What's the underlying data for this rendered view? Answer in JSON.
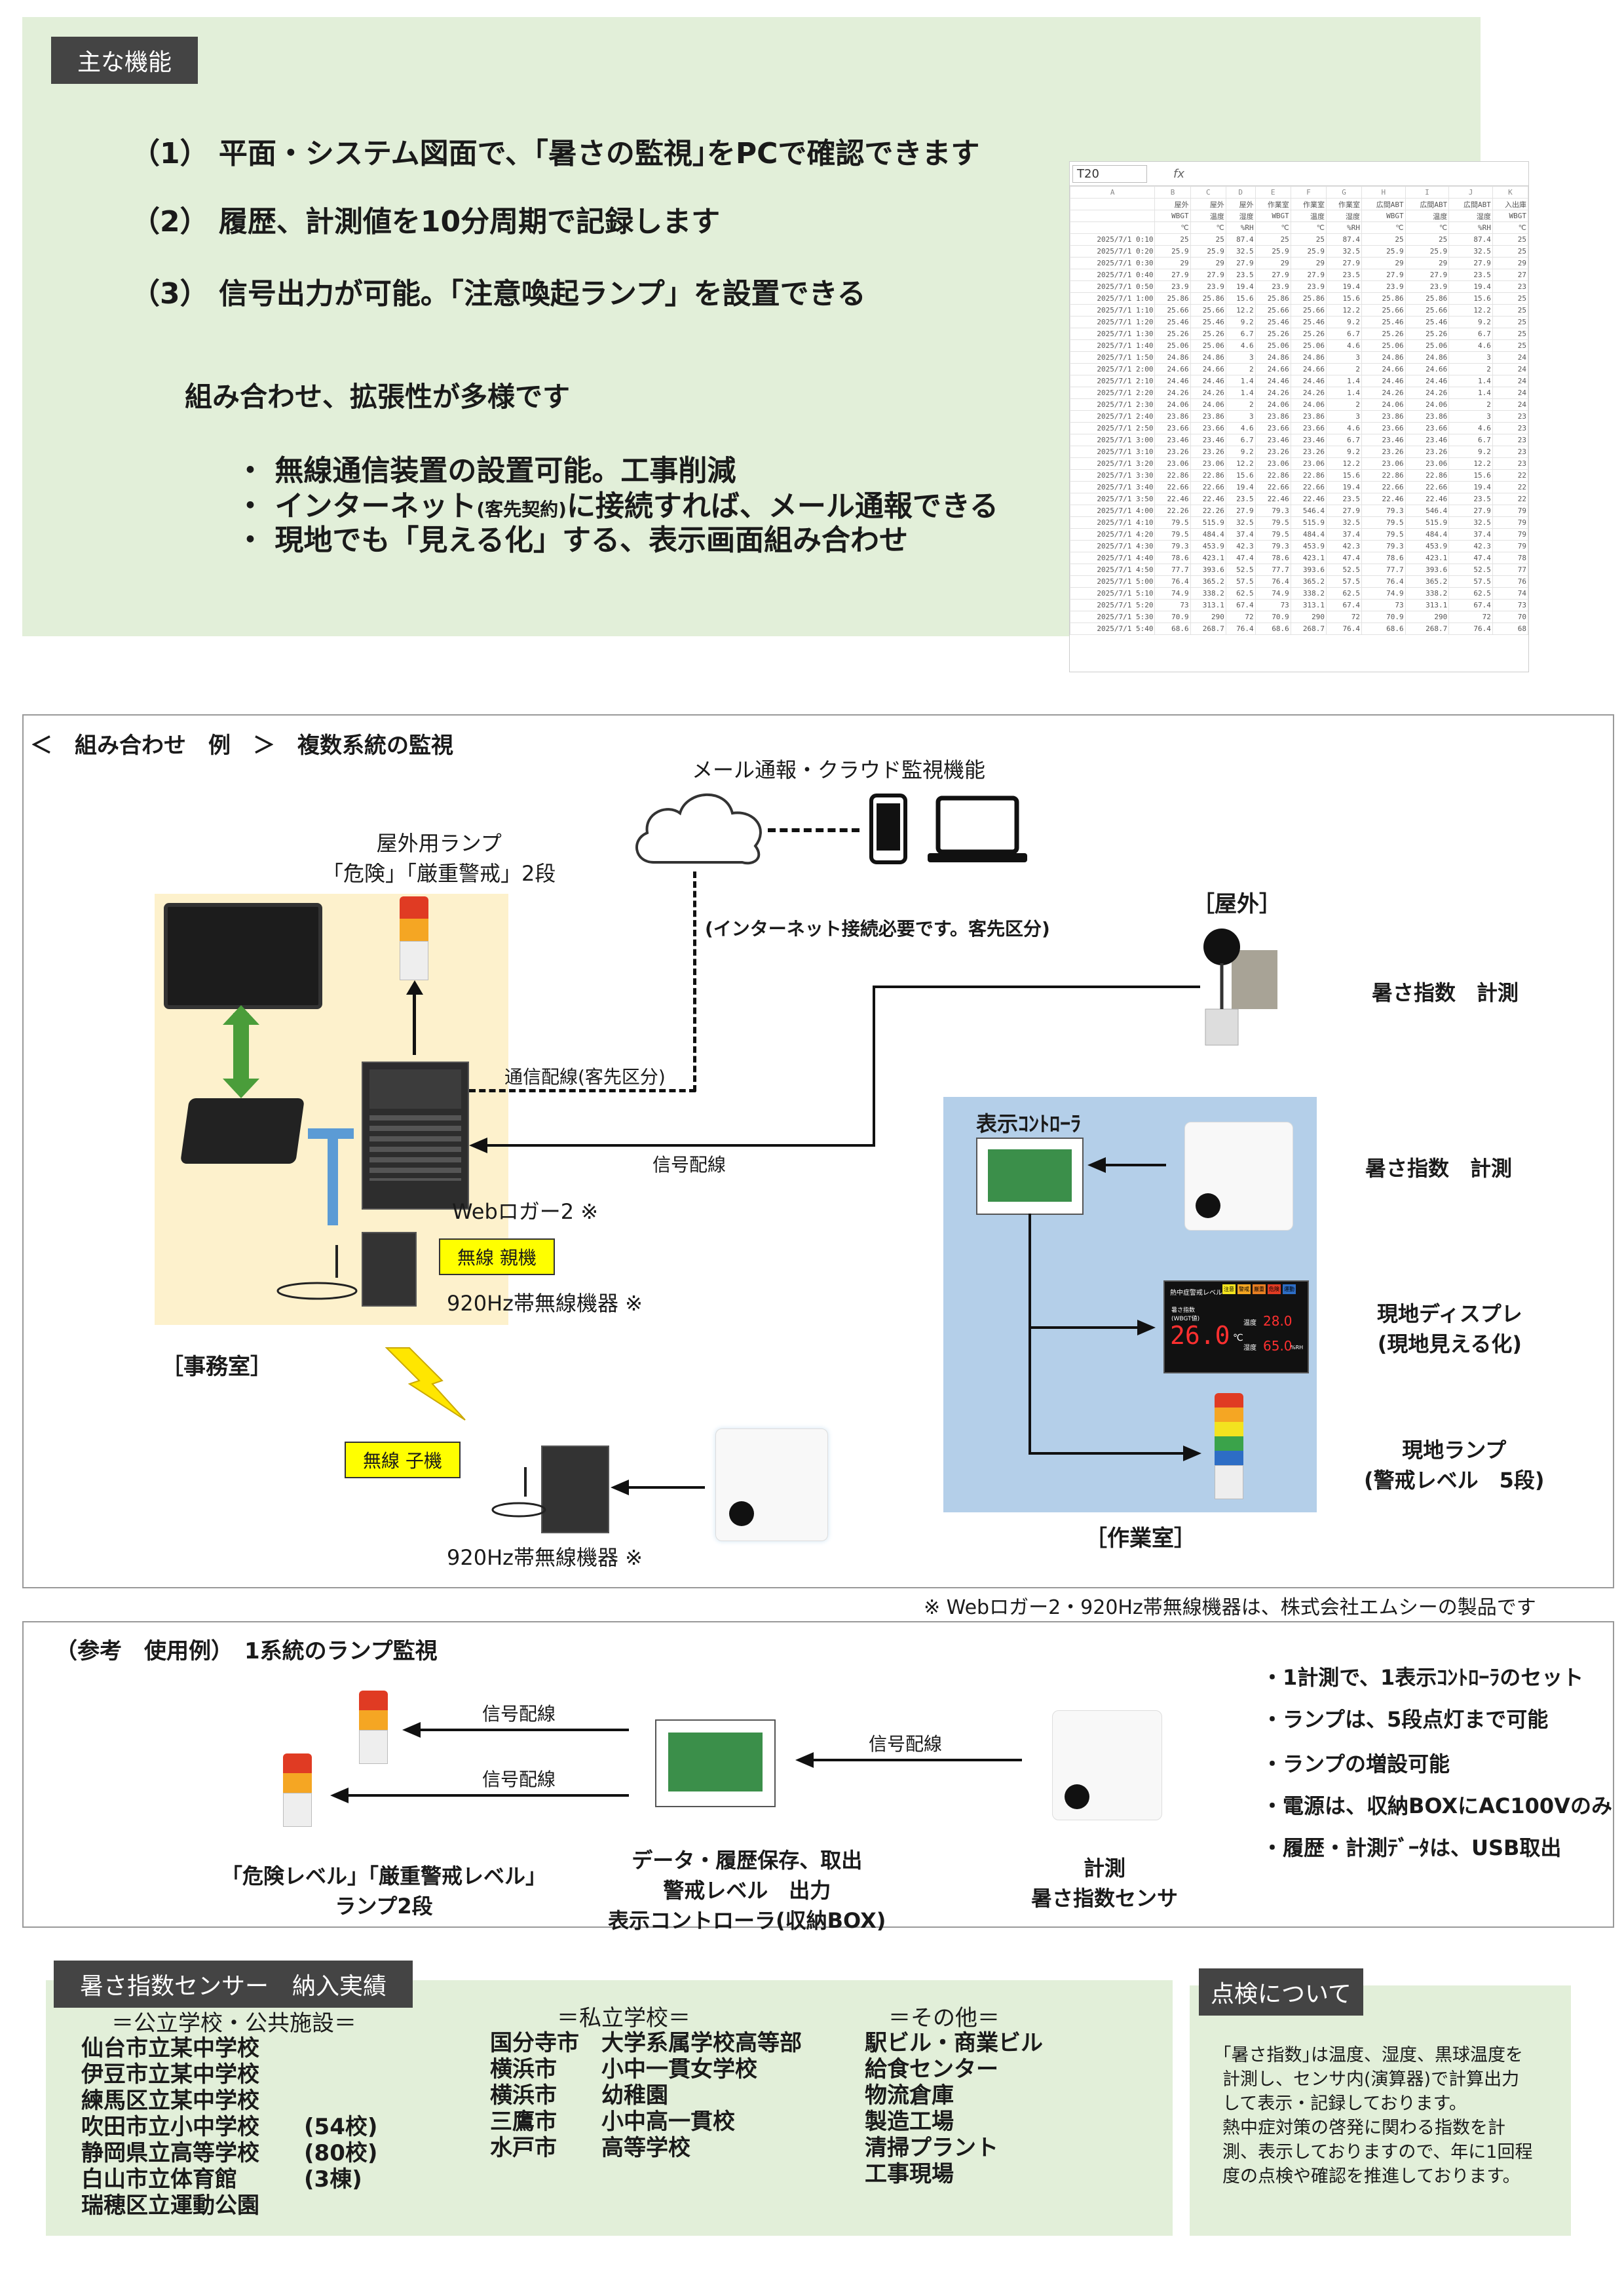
{
  "features": {
    "tag": "主な機能",
    "items": [
      "（1） 平面・システム図面で、｢暑さの監視｣をPCで確認できます",
      "（2） 履歴、計測値を10分周期で記録します",
      "（3） 信号出力が可能。「注意喚起ランプ」を設置できる"
    ],
    "sub_heading": "組み合わせ、拡張性が多様です",
    "bullets": [
      "・ 無線通信装置の設置可能。工事削減",
      "・ インターネット(客先契約)に接続すれば、メール通報できる",
      "・ 現地でも「見える化」する、表示画面組み合わせ"
    ],
    "bullet2_pre": "・ インターネット",
    "bullet2_small": "(客先契約)",
    "bullet2_post": "に接続すれば、メール通報できる"
  },
  "spreadsheet": {
    "cell_ref": "T20",
    "fx": "fx",
    "columns": [
      "A",
      "B",
      "C",
      "D",
      "E",
      "F",
      "G",
      "H",
      "I",
      "J",
      "K"
    ],
    "header1": [
      "",
      "屋外",
      "屋外",
      "屋外",
      "作業室",
      "作業室",
      "作業室",
      "広間ABT",
      "広間ABT",
      "広間ABT",
      "入出庫"
    ],
    "header2": [
      "",
      "WBGT",
      "温度",
      "湿度",
      "WBGT",
      "温度",
      "湿度",
      "WBGT",
      "温度",
      "湿度",
      "WBGT"
    ],
    "header3": [
      "",
      "℃",
      "℃",
      "%RH",
      "℃",
      "℃",
      "%RH",
      "℃",
      "℃",
      "%RH",
      "℃"
    ],
    "rows": [
      [
        "2025/7/1 0:10",
        "25",
        "25",
        "87.4",
        "25",
        "25",
        "87.4",
        "25",
        "25",
        "87.4",
        "25"
      ],
      [
        "2025/7/1 0:20",
        "25.9",
        "25.9",
        "32.5",
        "25.9",
        "25.9",
        "32.5",
        "25.9",
        "25.9",
        "32.5",
        "25"
      ],
      [
        "2025/7/1 0:30",
        "29",
        "29",
        "27.9",
        "29",
        "29",
        "27.9",
        "29",
        "29",
        "27.9",
        "29"
      ],
      [
        "2025/7/1 0:40",
        "27.9",
        "27.9",
        "23.5",
        "27.9",
        "27.9",
        "23.5",
        "27.9",
        "27.9",
        "23.5",
        "27"
      ],
      [
        "2025/7/1 0:50",
        "23.9",
        "23.9",
        "19.4",
        "23.9",
        "23.9",
        "19.4",
        "23.9",
        "23.9",
        "19.4",
        "23"
      ],
      [
        "2025/7/1 1:00",
        "25.86",
        "25.86",
        "15.6",
        "25.86",
        "25.86",
        "15.6",
        "25.86",
        "25.86",
        "15.6",
        "25"
      ],
      [
        "2025/7/1 1:10",
        "25.66",
        "25.66",
        "12.2",
        "25.66",
        "25.66",
        "12.2",
        "25.66",
        "25.66",
        "12.2",
        "25"
      ],
      [
        "2025/7/1 1:20",
        "25.46",
        "25.46",
        "9.2",
        "25.46",
        "25.46",
        "9.2",
        "25.46",
        "25.46",
        "9.2",
        "25"
      ],
      [
        "2025/7/1 1:30",
        "25.26",
        "25.26",
        "6.7",
        "25.26",
        "25.26",
        "6.7",
        "25.26",
        "25.26",
        "6.7",
        "25"
      ],
      [
        "2025/7/1 1:40",
        "25.06",
        "25.06",
        "4.6",
        "25.06",
        "25.06",
        "4.6",
        "25.06",
        "25.06",
        "4.6",
        "25"
      ],
      [
        "2025/7/1 1:50",
        "24.86",
        "24.86",
        "3",
        "24.86",
        "24.86",
        "3",
        "24.86",
        "24.86",
        "3",
        "24"
      ],
      [
        "2025/7/1 2:00",
        "24.66",
        "24.66",
        "2",
        "24.66",
        "24.66",
        "2",
        "24.66",
        "24.66",
        "2",
        "24"
      ],
      [
        "2025/7/1 2:10",
        "24.46",
        "24.46",
        "1.4",
        "24.46",
        "24.46",
        "1.4",
        "24.46",
        "24.46",
        "1.4",
        "24"
      ],
      [
        "2025/7/1 2:20",
        "24.26",
        "24.26",
        "1.4",
        "24.26",
        "24.26",
        "1.4",
        "24.26",
        "24.26",
        "1.4",
        "24"
      ],
      [
        "2025/7/1 2:30",
        "24.06",
        "24.06",
        "2",
        "24.06",
        "24.06",
        "2",
        "24.06",
        "24.06",
        "2",
        "24"
      ],
      [
        "2025/7/1 2:40",
        "23.86",
        "23.86",
        "3",
        "23.86",
        "23.86",
        "3",
        "23.86",
        "23.86",
        "3",
        "23"
      ],
      [
        "2025/7/1 2:50",
        "23.66",
        "23.66",
        "4.6",
        "23.66",
        "23.66",
        "4.6",
        "23.66",
        "23.66",
        "4.6",
        "23"
      ],
      [
        "2025/7/1 3:00",
        "23.46",
        "23.46",
        "6.7",
        "23.46",
        "23.46",
        "6.7",
        "23.46",
        "23.46",
        "6.7",
        "23"
      ],
      [
        "2025/7/1 3:10",
        "23.26",
        "23.26",
        "9.2",
        "23.26",
        "23.26",
        "9.2",
        "23.26",
        "23.26",
        "9.2",
        "23"
      ],
      [
        "2025/7/1 3:20",
        "23.06",
        "23.06",
        "12.2",
        "23.06",
        "23.06",
        "12.2",
        "23.06",
        "23.06",
        "12.2",
        "23"
      ],
      [
        "2025/7/1 3:30",
        "22.86",
        "22.86",
        "15.6",
        "22.86",
        "22.86",
        "15.6",
        "22.86",
        "22.86",
        "15.6",
        "22"
      ],
      [
        "2025/7/1 3:40",
        "22.66",
        "22.66",
        "19.4",
        "22.66",
        "22.66",
        "19.4",
        "22.66",
        "22.66",
        "19.4",
        "22"
      ],
      [
        "2025/7/1 3:50",
        "22.46",
        "22.46",
        "23.5",
        "22.46",
        "22.46",
        "23.5",
        "22.46",
        "22.46",
        "23.5",
        "22"
      ],
      [
        "2025/7/1 4:00",
        "22.26",
        "22.26",
        "27.9",
        "79.3",
        "546.4",
        "27.9",
        "79.3",
        "546.4",
        "27.9",
        "79"
      ],
      [
        "2025/7/1 4:10",
        "79.5",
        "515.9",
        "32.5",
        "79.5",
        "515.9",
        "32.5",
        "79.5",
        "515.9",
        "32.5",
        "79"
      ],
      [
        "2025/7/1 4:20",
        "79.5",
        "484.4",
        "37.4",
        "79.5",
        "484.4",
        "37.4",
        "79.5",
        "484.4",
        "37.4",
        "79"
      ],
      [
        "2025/7/1 4:30",
        "79.3",
        "453.9",
        "42.3",
        "79.3",
        "453.9",
        "42.3",
        "79.3",
        "453.9",
        "42.3",
        "79"
      ],
      [
        "2025/7/1 4:40",
        "78.6",
        "423.1",
        "47.4",
        "78.6",
        "423.1",
        "47.4",
        "78.6",
        "423.1",
        "47.4",
        "78"
      ],
      [
        "2025/7/1 4:50",
        "77.7",
        "393.6",
        "52.5",
        "77.7",
        "393.6",
        "52.5",
        "77.7",
        "393.6",
        "52.5",
        "77"
      ],
      [
        "2025/7/1 5:00",
        "76.4",
        "365.2",
        "57.5",
        "76.4",
        "365.2",
        "57.5",
        "76.4",
        "365.2",
        "57.5",
        "76"
      ],
      [
        "2025/7/1 5:10",
        "74.9",
        "338.2",
        "62.5",
        "74.9",
        "338.2",
        "62.5",
        "74.9",
        "338.2",
        "62.5",
        "74"
      ],
      [
        "2025/7/1 5:20",
        "73",
        "313.1",
        "67.4",
        "73",
        "313.1",
        "67.4",
        "73",
        "313.1",
        "67.4",
        "73"
      ],
      [
        "2025/7/1 5:30",
        "70.9",
        "290",
        "72",
        "70.9",
        "290",
        "72",
        "70.9",
        "290",
        "72",
        "70"
      ],
      [
        "2025/7/1 5:40",
        "68.6",
        "268.7",
        "76.4",
        "68.6",
        "268.7",
        "76.4",
        "68.6",
        "268.7",
        "76.4",
        "68"
      ]
    ]
  },
  "diagram": {
    "title": "＜　組み合わせ　例　＞　複数系統の監視",
    "cloud_label": "メール通報・クラウド監視機能",
    "internet_note": "(インターネット接続必要です。客先区分)",
    "outdoor_lamp_label": "屋外用ランプ\n「危険」｢厳重警戒」2段",
    "comm_wiring": "通信配線(客先区分)",
    "signal_wiring": "信号配線",
    "weblogger": "Webロガー2 ※",
    "wireless_master": "無線 親機",
    "wireless_device_1": "920Hz帯無線機器 ※",
    "office": "［事務室］",
    "wireless_slave": "無線 子機",
    "wireless_device_2": "920Hz帯無線機器 ※",
    "outdoor": "［屋外］",
    "wbgt_measure_1": "暑さ指数　計測",
    "controller": "表示ｺﾝﾄﾛｰﾗ",
    "wbgt_measure_2": "暑さ指数　計測",
    "onsite_display": "現地ディスプレ\n(現地見える化)",
    "onsite_lamp": "現地ランプ\n(警戒レベル　5段)",
    "workroom": "［作業室］",
    "footnote": "※ Webロガー2・920Hz帯無線機器は、株式会社エムシーの製品です",
    "display_panel": {
      "header": "熱中症警戒レベル",
      "levels": [
        "注意",
        "警戒",
        "厳重",
        "危険",
        "運動"
      ],
      "label_left": "暑さ指数\n(WBGT値)",
      "wbgt_value": "26.0",
      "unit_c": "℃",
      "temp_label": "温度",
      "temp_value": "28.0",
      "humid_label": "湿度",
      "humid_value": "65.0",
      "humid_unit": "%RH"
    }
  },
  "reference": {
    "title": "（参考　使用例）　1系統のランプ監視",
    "signal_wiring_1": "信号配線",
    "signal_wiring_2": "信号配線",
    "signal_wiring_3": "信号配線",
    "lamp_label": "「危険レベル」｢厳重警戒レベル」\nランプ2段",
    "controller_label": "データ・履歴保存、取出\n警戒レベル　出力\n表示コントローラ(収納BOX)",
    "sensor_label": "計測\n暑さ指数センサ",
    "notes": [
      "・1計測で、1表示ｺﾝﾄﾛｰﾗのセット",
      "・ランプは、5段点灯まで可能",
      "・ランプの増設可能",
      "・電源は、収納BOXにAC100Vのみ",
      "・履歴・計測ﾃﾞｰﾀは、USB取出"
    ]
  },
  "deliveries": {
    "tag": "暑さ指数センサー　納入実績",
    "col1_heading": "＝公立学校・公共施設＝",
    "col1": "仙台市立某中学校\n伊豆市立某中学校\n練馬区立某中学校\n吹田市立小中学校　　(54校)\n静岡県立高等学校　　(80校)\n白山市立体育館　　　(3棟)\n瑞穂区立運動公園",
    "col2_heading": "＝私立学校＝",
    "col2": "国分寺市　大学系属学校高等部\n横浜市　　小中一貫女学校\n横浜市　　幼稚園\n三鷹市　　小中高一貫校\n水戸市　　高等学校",
    "col3_heading": "＝その他＝",
    "col3": "駅ビル・商業ビル\n給食センター\n物流倉庫\n製造工場\n清掃プラント\n工事現場"
  },
  "inspection": {
    "tag": "点検について",
    "text": "｢暑さ指数｣は温度、湿度、黒球温度を\n計測し、センサ内(演算器)で計算出力\nして表示・記録しております。\n熱中症対策の啓発に関わる指数を計\n測、表示しておりますので、年に1回程\n度の点検や確認を推進しております。"
  },
  "colors": {
    "green_panel": "#e2efd9",
    "office_bg": "#fdf1cc",
    "workroom_bg": "#b4cfe9",
    "tag_dark": "#444444",
    "yellow_tag": "#ffff00",
    "arrow_green": "#4a9d3a",
    "arrow_blue": "#5b9bd5"
  }
}
